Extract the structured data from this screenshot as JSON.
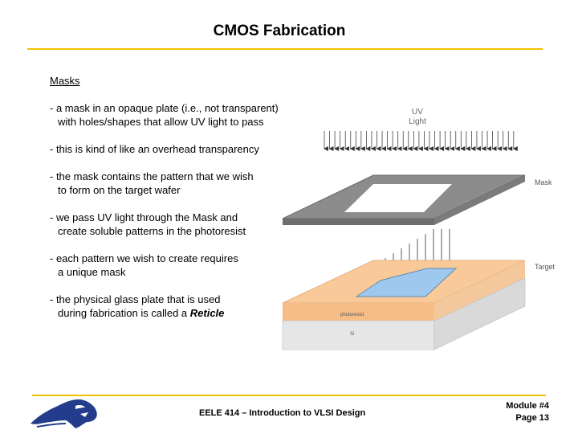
{
  "title": "CMOS Fabrication",
  "content": {
    "heading": "Masks",
    "bullets": [
      {
        "line1": "- a mask in an opaque plate (i.e., not transparent)",
        "line2": "with holes/shapes that allow UV light to pass"
      },
      {
        "line1": "- this is kind of like an overhead transparency",
        "line2": ""
      },
      {
        "line1": "- the mask contains the pattern that we wish",
        "line2": "to form on the target wafer"
      },
      {
        "line1": "- we pass UV light through the Mask and",
        "line2": "create soluble patterns in the photoresist"
      },
      {
        "line1": "- each pattern we wish to create requires",
        "line2": "a unique mask"
      },
      {
        "line1": "- the physical glass plate that is used",
        "line2": "during fabrication is called a ",
        "emph": "Reticle"
      }
    ]
  },
  "diagram": {
    "uv_label_1": "UV",
    "uv_label_2": "Light",
    "mask_label": "Mask",
    "target_label": "Target",
    "photoresist_label": "photoresist",
    "si_label": "Si",
    "colors": {
      "mask": "#8a8a8a",
      "photoresist": "#f9c99a",
      "pattern": "#9ec8ee",
      "si": "#e6e6e6"
    }
  },
  "footer": {
    "course": "EELE 414 – Introduction to VLSI Design",
    "module": "Module #4",
    "page": "Page 13"
  }
}
